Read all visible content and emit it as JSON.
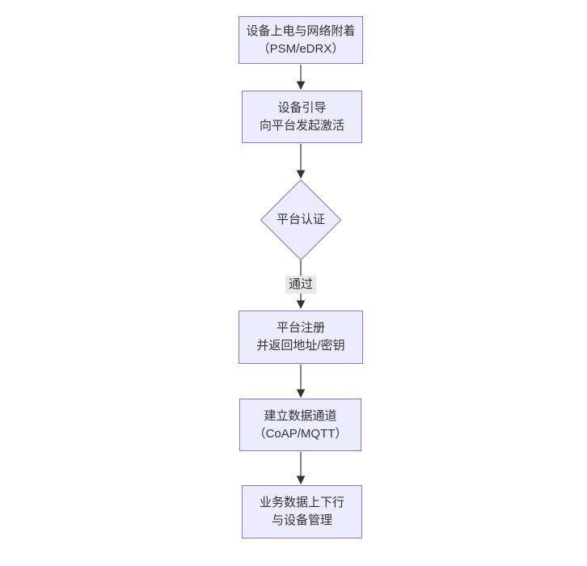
{
  "diagram": {
    "type": "flowchart",
    "direction": "top-down",
    "nodes": [
      {
        "id": "attach",
        "shape": "rect",
        "lines": [
          "设备上电与网络附着",
          "（PSM/eDRX）"
        ]
      },
      {
        "id": "bootstrap",
        "shape": "rect",
        "lines": [
          "设备引导",
          "向平台发起激活"
        ]
      },
      {
        "id": "auth",
        "shape": "diamond",
        "lines": [
          "平台认证"
        ]
      },
      {
        "id": "register",
        "shape": "rect",
        "lines": [
          "平台注册",
          "并返回地址/密钥"
        ]
      },
      {
        "id": "channel",
        "shape": "rect",
        "lines": [
          "建立数据通道",
          "（CoAP/MQTT）"
        ]
      },
      {
        "id": "business",
        "shape": "rect",
        "lines": [
          "业务数据上下行",
          "与设备管理"
        ]
      }
    ],
    "edges": [
      {
        "from": "attach",
        "to": "bootstrap",
        "label": ""
      },
      {
        "from": "bootstrap",
        "to": "auth",
        "label": ""
      },
      {
        "from": "auth",
        "to": "register",
        "label": "通过"
      },
      {
        "from": "register",
        "to": "channel",
        "label": ""
      },
      {
        "from": "channel",
        "to": "business",
        "label": ""
      }
    ],
    "colors": {
      "node_fill": "#ECECFF",
      "node_border": "#9370DB",
      "text": "#333333",
      "edge_line": "#333333",
      "edge_label_bg": "#E8E8E8",
      "canvas_bg": "#FFFFFF"
    }
  }
}
